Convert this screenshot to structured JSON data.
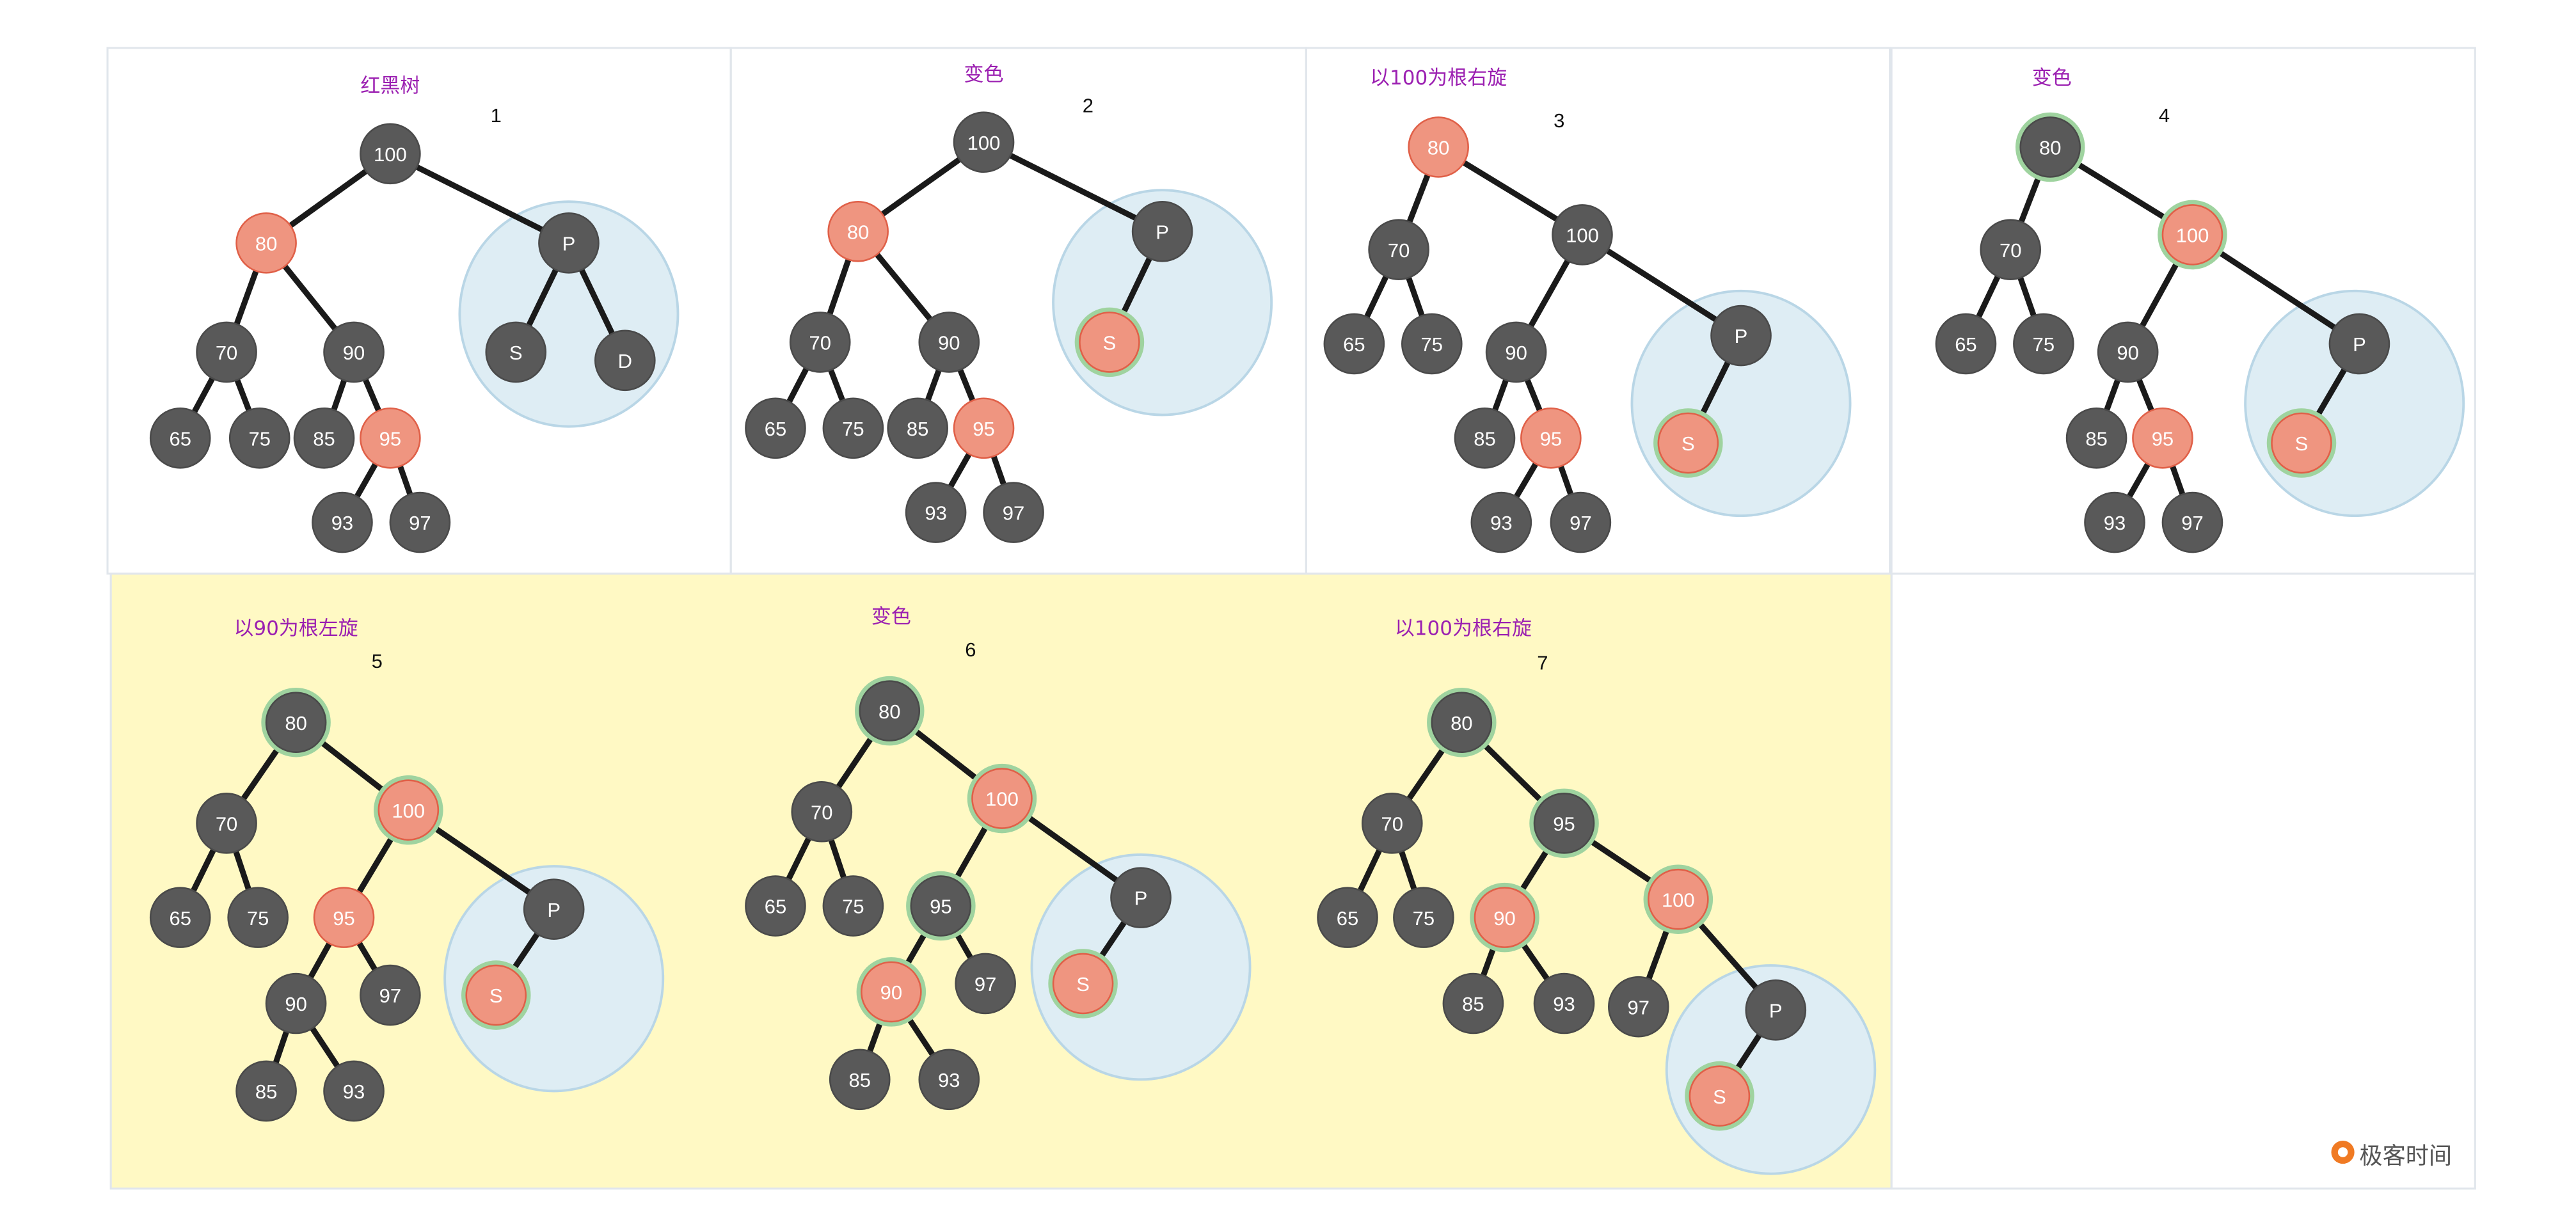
{
  "colors": {
    "black_node": "#595959",
    "red_node": "#ef9580",
    "red_stroke": "#e06048",
    "ring": "#9fd39f",
    "subtree_fill": "#deedf4",
    "subtree_stroke": "#b9d6e6",
    "title": "#9b1fb1",
    "panel_border": "#e1e6ec",
    "highlight_bg": "#fff9c4"
  },
  "panels": [
    {
      "id": "1",
      "title": "红黑树",
      "nodes": [
        {
          "label": "100",
          "color": "black"
        },
        {
          "label": "80",
          "color": "red"
        },
        {
          "label": "P",
          "color": "black"
        },
        {
          "label": "70",
          "color": "black"
        },
        {
          "label": "90",
          "color": "black"
        },
        {
          "label": "S",
          "color": "black"
        },
        {
          "label": "D",
          "color": "black"
        },
        {
          "label": "65",
          "color": "black"
        },
        {
          "label": "75",
          "color": "black"
        },
        {
          "label": "85",
          "color": "black"
        },
        {
          "label": "95",
          "color": "red"
        },
        {
          "label": "93",
          "color": "black"
        },
        {
          "label": "97",
          "color": "black"
        }
      ]
    },
    {
      "id": "2",
      "title": "变色",
      "nodes": [
        {
          "label": "100",
          "color": "black"
        },
        {
          "label": "80",
          "color": "red"
        },
        {
          "label": "P",
          "color": "black"
        },
        {
          "label": "70",
          "color": "black"
        },
        {
          "label": "90",
          "color": "black"
        },
        {
          "label": "S",
          "color": "red",
          "ring": true
        },
        {
          "label": "65",
          "color": "black"
        },
        {
          "label": "75",
          "color": "black"
        },
        {
          "label": "85",
          "color": "black"
        },
        {
          "label": "95",
          "color": "red"
        },
        {
          "label": "93",
          "color": "black"
        },
        {
          "label": "97",
          "color": "black"
        }
      ]
    },
    {
      "id": "3",
      "title": "以100为根右旋",
      "nodes": [
        {
          "label": "80",
          "color": "red"
        },
        {
          "label": "70",
          "color": "black"
        },
        {
          "label": "100",
          "color": "black"
        },
        {
          "label": "65",
          "color": "black"
        },
        {
          "label": "75",
          "color": "black"
        },
        {
          "label": "90",
          "color": "black"
        },
        {
          "label": "P",
          "color": "black"
        },
        {
          "label": "85",
          "color": "black"
        },
        {
          "label": "95",
          "color": "red"
        },
        {
          "label": "S",
          "color": "red",
          "ring": true
        },
        {
          "label": "93",
          "color": "black"
        },
        {
          "label": "97",
          "color": "black"
        }
      ]
    },
    {
      "id": "4",
      "title": "变色",
      "nodes": [
        {
          "label": "80",
          "color": "black",
          "ring": true
        },
        {
          "label": "70",
          "color": "black"
        },
        {
          "label": "100",
          "color": "red",
          "ring": true
        },
        {
          "label": "65",
          "color": "black"
        },
        {
          "label": "75",
          "color": "black"
        },
        {
          "label": "90",
          "color": "black"
        },
        {
          "label": "P",
          "color": "black"
        },
        {
          "label": "85",
          "color": "black"
        },
        {
          "label": "95",
          "color": "red"
        },
        {
          "label": "S",
          "color": "red",
          "ring": true
        },
        {
          "label": "93",
          "color": "black"
        },
        {
          "label": "97",
          "color": "black"
        }
      ]
    },
    {
      "id": "5",
      "title": "以90为根左旋",
      "nodes": [
        {
          "label": "80",
          "color": "black",
          "ring": true
        },
        {
          "label": "70",
          "color": "black"
        },
        {
          "label": "100",
          "color": "red",
          "ring": true
        },
        {
          "label": "65",
          "color": "black"
        },
        {
          "label": "75",
          "color": "black"
        },
        {
          "label": "95",
          "color": "red"
        },
        {
          "label": "P",
          "color": "black"
        },
        {
          "label": "90",
          "color": "black"
        },
        {
          "label": "97",
          "color": "black"
        },
        {
          "label": "S",
          "color": "red",
          "ring": true
        },
        {
          "label": "85",
          "color": "black"
        },
        {
          "label": "93",
          "color": "black"
        }
      ]
    },
    {
      "id": "6",
      "title": "变色",
      "nodes": [
        {
          "label": "80",
          "color": "black",
          "ring": true
        },
        {
          "label": "70",
          "color": "black"
        },
        {
          "label": "100",
          "color": "red",
          "ring": true
        },
        {
          "label": "65",
          "color": "black"
        },
        {
          "label": "75",
          "color": "black"
        },
        {
          "label": "95",
          "color": "black",
          "ring": true
        },
        {
          "label": "P",
          "color": "black"
        },
        {
          "label": "90",
          "color": "red",
          "ring": true
        },
        {
          "label": "97",
          "color": "black"
        },
        {
          "label": "S",
          "color": "red",
          "ring": true
        },
        {
          "label": "85",
          "color": "black"
        },
        {
          "label": "93",
          "color": "black"
        }
      ]
    },
    {
      "id": "7",
      "title": "以100为根右旋",
      "nodes": [
        {
          "label": "80",
          "color": "black",
          "ring": true
        },
        {
          "label": "70",
          "color": "black"
        },
        {
          "label": "95",
          "color": "black",
          "ring": true
        },
        {
          "label": "65",
          "color": "black"
        },
        {
          "label": "75",
          "color": "black"
        },
        {
          "label": "90",
          "color": "red",
          "ring": true
        },
        {
          "label": "100",
          "color": "red",
          "ring": true
        },
        {
          "label": "85",
          "color": "black"
        },
        {
          "label": "93",
          "color": "black"
        },
        {
          "label": "97",
          "color": "black"
        },
        {
          "label": "P",
          "color": "black"
        },
        {
          "label": "S",
          "color": "red",
          "ring": true
        }
      ]
    }
  ],
  "watermark": {
    "text": "极客时间"
  }
}
